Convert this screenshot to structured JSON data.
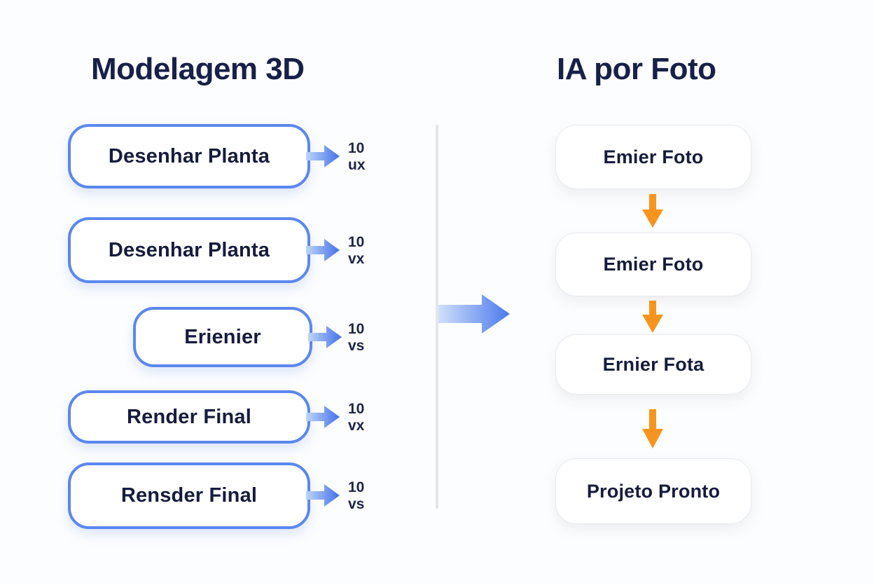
{
  "left_column": {
    "title": "Modelagem 3D",
    "steps": [
      {
        "label": "Desenhar Planta",
        "metric_value": "10",
        "metric_unit": "ux"
      },
      {
        "label": "Desenhar Planta",
        "metric_value": "10",
        "metric_unit": "vx"
      },
      {
        "label": "Erienier",
        "metric_value": "10",
        "metric_unit": "vs"
      },
      {
        "label": "Render Final",
        "metric_value": "10",
        "metric_unit": "vx"
      },
      {
        "label": "Rensder Final",
        "metric_value": "10",
        "metric_unit": "vs"
      }
    ]
  },
  "right_column": {
    "title": "IA por Foto",
    "steps": [
      {
        "label": "Emier Foto"
      },
      {
        "label": "Emier Foto"
      },
      {
        "label": "Ernier Fota"
      },
      {
        "label": "Projeto Pronto"
      }
    ]
  },
  "icons": {
    "step_arrow": "right-arrow-icon",
    "transition_arrow": "large-right-arrow-icon",
    "flow_arrow": "down-arrow-icon"
  },
  "colors": {
    "title_navy": "#172048",
    "box_text_navy": "#151c3d",
    "left_box_border_blue": "#5b87ee",
    "arrow_blue_light": "#bdd5f8",
    "arrow_blue_dark": "#4571ea",
    "flow_arrow_orange": "#f7941e",
    "divider_gray": "#e4e6ea",
    "right_box_border_gray": "#e8eaee",
    "background": "#fcfdfe"
  }
}
